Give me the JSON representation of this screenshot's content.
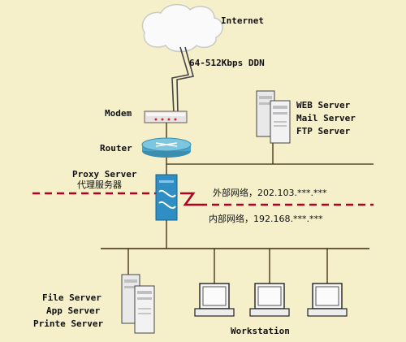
{
  "labels": {
    "internet": "Internet",
    "ddn": "64-512Kbps DDN",
    "modem": "Modem",
    "router": "Router",
    "proxy_en": "Proxy Server",
    "proxy_zh": "代理服务器",
    "external_net": "外部网络，202.103.***.***",
    "internal_net": "内部网络，192.168.***.***",
    "web_servers": [
      "WEB Server",
      "Mail Server",
      "FTP Server"
    ],
    "lan_servers": [
      "File Server",
      "App Server",
      "Printe Server"
    ],
    "workstation": "Workstation"
  },
  "colors": {
    "background": "#f6f0ca",
    "line": "#3a2a10",
    "dash": "#b00024",
    "router": "#4aa6c6",
    "proxy": "#3aa0d0"
  }
}
